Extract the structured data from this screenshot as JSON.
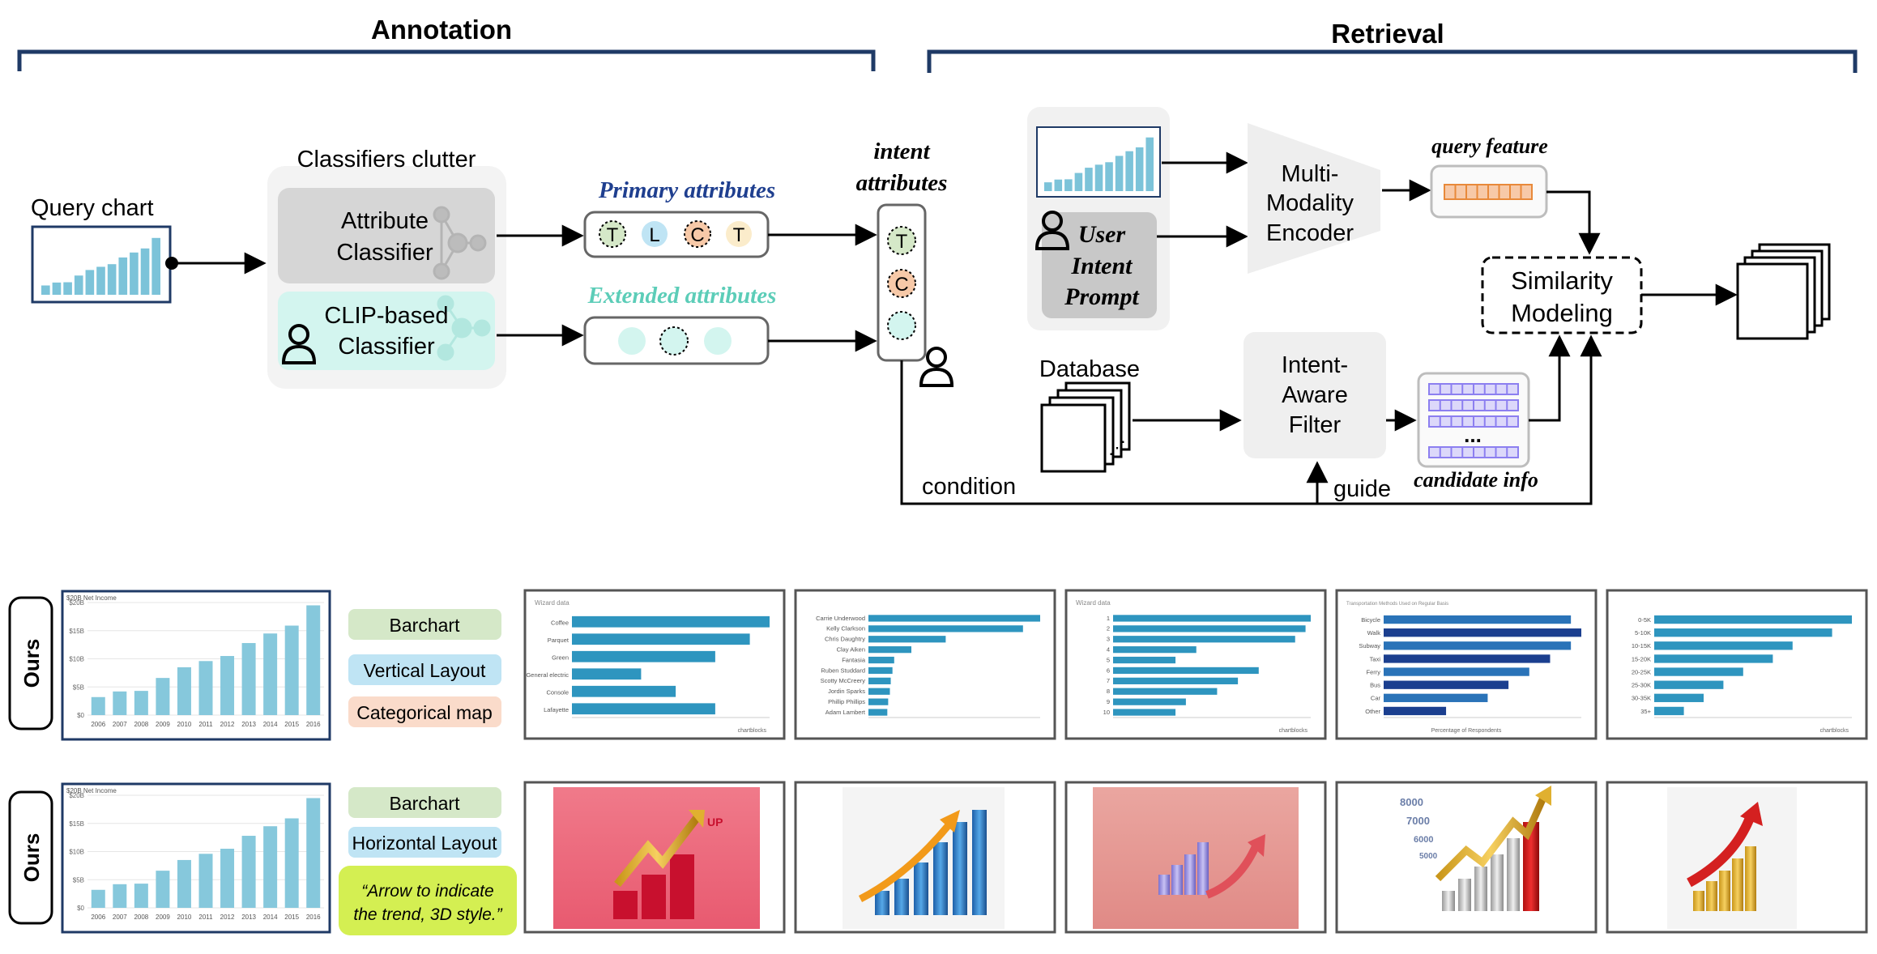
{
  "sections": {
    "annotation": "Annotation",
    "retrieval": "Retrieval"
  },
  "annotation": {
    "query_chart_label": "Query chart",
    "clutter_title": "Classifiers clutter",
    "attribute_classifier": [
      "Attribute",
      "Classifier"
    ],
    "clip_classifier": [
      "CLIP-based",
      "Classifier"
    ],
    "primary_attributes": "Primary attributes",
    "extended_attributes": "Extended attributes",
    "primary_tokens": [
      "T",
      "L",
      "C",
      "T"
    ],
    "intent_attributes": [
      "intent",
      "attributes"
    ],
    "intent_tokens": [
      "T",
      "C"
    ]
  },
  "retrieval": {
    "user_intent_prompt": [
      "User",
      "Intent",
      "Prompt"
    ],
    "encoder": [
      "Multi-",
      "Modality",
      "Encoder"
    ],
    "query_feature": "query feature",
    "similarity": [
      "Similarity",
      "Modeling"
    ],
    "database": "Database",
    "filter": [
      "Intent-",
      "Aware",
      "Filter"
    ],
    "candidate_info": "candidate info",
    "ellipsis": "...",
    "condition": "condition",
    "guide": "guide"
  },
  "results": {
    "row1": {
      "method": "Ours",
      "tags": [
        "Barchart",
        "Vertical Layout",
        "Categorical map"
      ]
    },
    "row2": {
      "method": "Ours",
      "tags": [
        "Barchart",
        "Horizontal Layout"
      ],
      "prompt": [
        "“Arrow to indicate",
        "the trend, 3D style.”"
      ]
    },
    "query_chart": {
      "title": "$20B  Net Income",
      "categories": [
        "2006",
        "2007",
        "2008",
        "2009",
        "2010",
        "2011",
        "2012",
        "2013",
        "2014",
        "2015",
        "2016"
      ],
      "values": [
        3.2,
        4.2,
        4.3,
        6.6,
        8.5,
        9.6,
        10.5,
        12.8,
        14.5,
        15.9,
        19.5
      ],
      "y_ticks": [
        "$20B",
        "$15B",
        "$10B",
        "$5B",
        "$0"
      ]
    },
    "retrieved_row1": [
      {
        "title": "Wizard data",
        "labels": [
          "Coffee",
          "Parquet",
          "Green",
          "General electric",
          "Console",
          "Lafayette"
        ],
        "values": [
          4,
          3.6,
          2.9,
          1.4,
          2.1,
          2.9
        ],
        "footer": "chartblocks"
      },
      {
        "title": "",
        "labels": [
          "Carrie Underwood",
          "Kelly Clarkson",
          "Chris Daughtry",
          "Clay Aiken",
          "Fantasia",
          "Ruben Studdard",
          "Scotty McCreery",
          "Jordin Sparks",
          "Phillip Phillips",
          "Adam Lambert"
        ],
        "values": [
          20,
          18,
          9,
          5,
          3,
          2.8,
          2.6,
          2.5,
          2.3,
          2.2
        ],
        "footer": ""
      },
      {
        "title": "Wizard data",
        "labels": [
          "1",
          "2",
          "3",
          "4",
          "5",
          "6",
          "7",
          "8",
          "9",
          "10"
        ],
        "values": [
          19,
          18.5,
          17.5,
          8,
          6,
          14,
          12,
          10,
          7,
          6
        ],
        "footer": "chartblocks"
      },
      {
        "title": "Transportation Methods Used on Regular Basis",
        "labels": [
          "Bicycle",
          "Walk",
          "Subway",
          "Taxi",
          "Ferry",
          "Bus",
          "Car",
          "Other"
        ],
        "values": [
          9,
          9.5,
          9,
          8,
          7,
          6,
          5,
          3
        ],
        "footer": "Percentage of Respondents"
      },
      {
        "title": "",
        "labels": [
          "0-5K",
          "5-10K",
          "10-15K",
          "15-20K",
          "20-25K",
          "25-30K",
          "30-35K",
          "35+"
        ],
        "values": [
          20,
          18,
          14,
          12,
          9,
          7,
          5,
          3
        ],
        "footer": "chartblocks"
      }
    ]
  }
}
